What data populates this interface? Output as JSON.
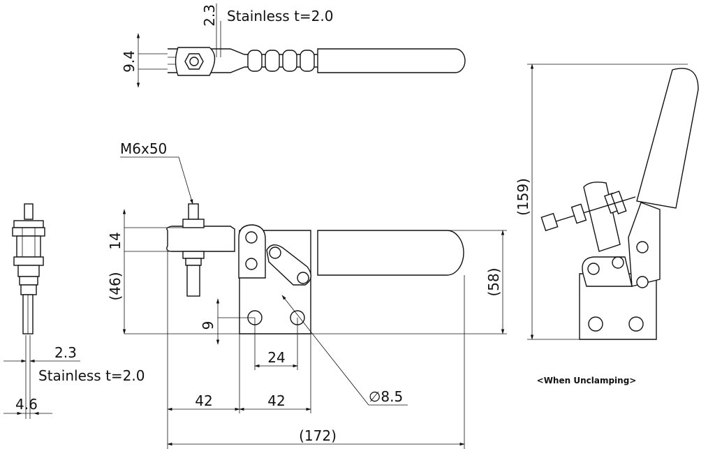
{
  "top_view": {
    "thickness": "2.3",
    "width": "9.4",
    "material": "Stainless t=2.0"
  },
  "side_view": {
    "thickness": "2.3",
    "material": "Stainless t=2.0",
    "width": "4.6"
  },
  "front_view": {
    "bolt": "M6x50",
    "dim_14": "14",
    "dim_46": "(46)",
    "dim_9": "9",
    "dim_24": "24",
    "dim_42_left": "42",
    "dim_42_right": "42",
    "dim_172": "(172)",
    "dim_58": "(58)",
    "hole": "∅8.5"
  },
  "unclamp_view": {
    "height": "(159)",
    "caption": "<When Unclamping>"
  }
}
